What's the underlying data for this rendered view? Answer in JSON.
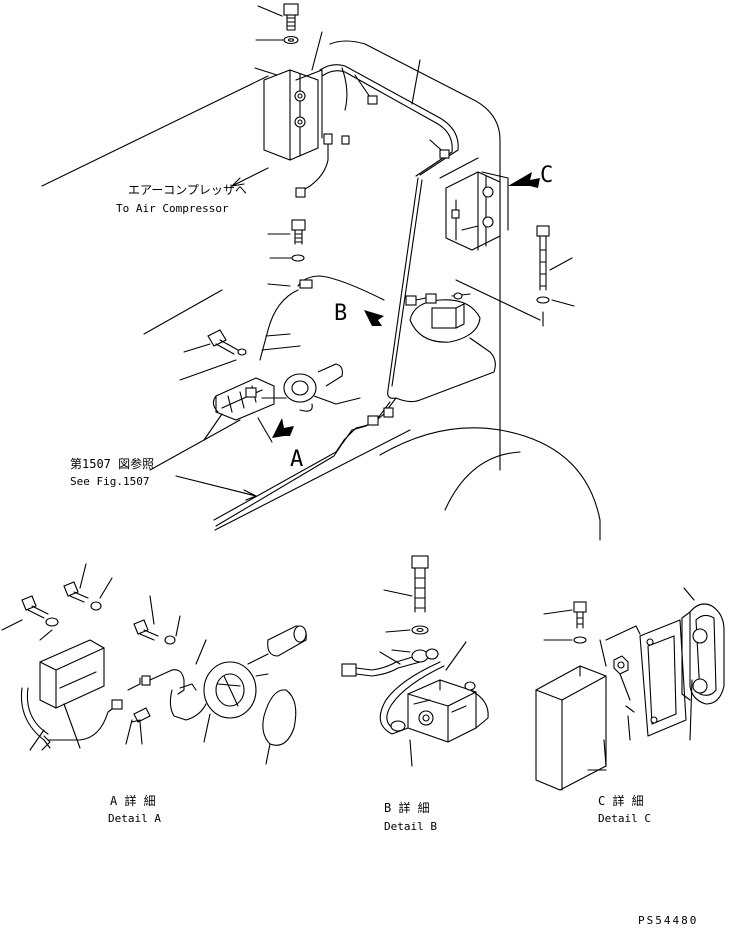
{
  "labels": {
    "air_compressor_jp": "エアーコンプレッサヘ",
    "air_compressor_en": "To Air Compressor",
    "see_fig_jp": "第1507 図参照",
    "see_fig_en": "See Fig.1507",
    "view_a": "A",
    "view_b": "B",
    "view_c": "C",
    "detail_a_jp": "A 詳 細",
    "detail_a_en": "Detail A",
    "detail_b_jp": "B 詳 細",
    "detail_b_en": "Detail B",
    "detail_c_jp": "C 詳 細",
    "detail_c_en": "Detail C",
    "drawing_number": "PS54480"
  }
}
